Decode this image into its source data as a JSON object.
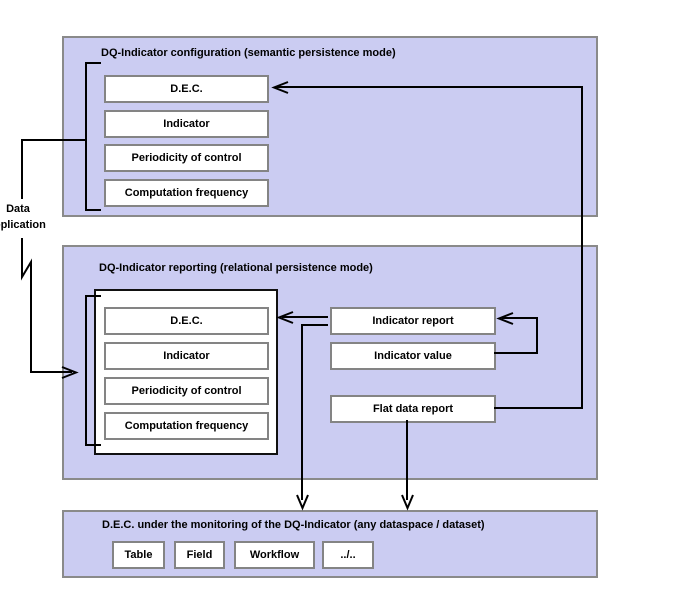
{
  "colors": {
    "section_fill": "#cbccf2",
    "section_border": "#8a8a8a",
    "entity_border": "#848484",
    "container_border": "#111111",
    "line": "#000000"
  },
  "sections": {
    "config": {
      "title": "DQ-Indicator configuration (semantic persistence mode)",
      "entities": [
        "D.E.C.",
        "Indicator",
        "Periodicity of control",
        "Computation frequency"
      ]
    },
    "reporting": {
      "title": "DQ-Indicator reporting (relational persistence mode)",
      "entities": [
        "D.E.C.",
        "Indicator",
        "Periodicity of control",
        "Computation frequency"
      ],
      "reports": [
        "Indicator report",
        "Indicator value",
        "Flat data report"
      ]
    },
    "dec": {
      "title": "D.E.C. under the monitoring of the DQ-Indicator (any dataspace / dataset)",
      "entities": [
        "Table",
        "Field",
        "Workflow",
        "../.."
      ]
    }
  },
  "left_label": {
    "line1": "Data",
    "line2": "replication"
  }
}
